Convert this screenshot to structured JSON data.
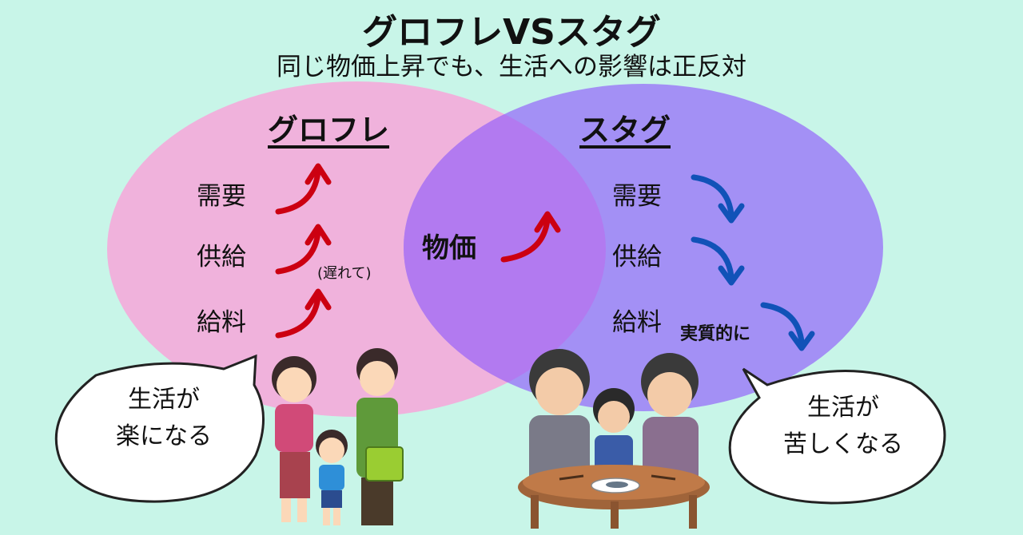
{
  "title": "グロフレVSスタグ",
  "subtitle": "同じ物価上昇でも、生活への影響は正反対",
  "left": {
    "heading": "グロフレ",
    "items": [
      "需要",
      "供給",
      "給料"
    ],
    "note": "(遅れて)",
    "bubble": [
      "生活が",
      "楽になる"
    ]
  },
  "center": {
    "label": "物価"
  },
  "right": {
    "heading": "スタグ",
    "items": [
      "需要",
      "供給",
      "給料"
    ],
    "note": "実質的に",
    "bubble": [
      "生活が",
      "苦しくなる"
    ]
  },
  "colors": {
    "background": "#c8f5e8",
    "left_circle": "#f0b2dc",
    "right_circle": "#a390f5",
    "overlap": "#b27af0",
    "up_arrow": "#cc0011",
    "down_arrow": "#1152b8"
  }
}
